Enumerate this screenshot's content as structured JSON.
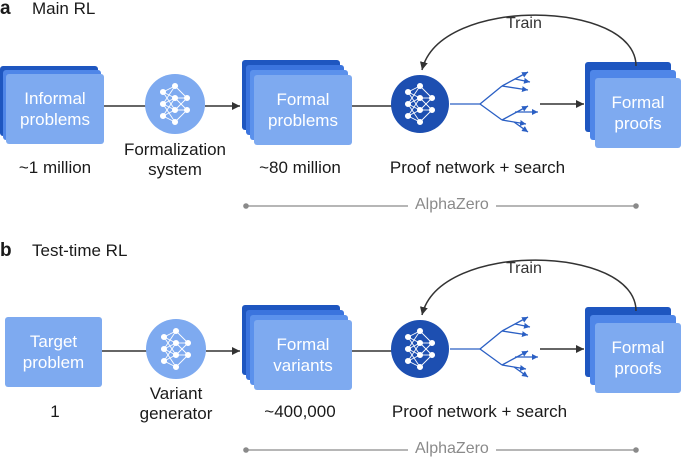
{
  "panel_a": {
    "letter": "a",
    "title": "Main RL",
    "input_box": [
      "Informal",
      "problems"
    ],
    "input_count": "~1 million",
    "converter_label": [
      "Formalization",
      "system"
    ],
    "formal_box": [
      "Formal",
      "problems"
    ],
    "formal_count": "~80 million",
    "prover_label": "Proof network + search",
    "output_box": [
      "Formal",
      "proofs"
    ],
    "train_label": "Train",
    "bracket_label": "AlphaZero"
  },
  "panel_b": {
    "letter": "b",
    "title": "Test-time RL",
    "input_box": [
      "Target",
      "problem"
    ],
    "input_count": "1",
    "converter_label": [
      "Variant",
      "generator"
    ],
    "formal_box": [
      "Formal",
      "variants"
    ],
    "formal_count": "~400,000",
    "prover_label": "Proof network + search",
    "output_box": [
      "Formal",
      "proofs"
    ],
    "train_label": "Train",
    "bracket_label": "AlphaZero"
  },
  "colors": {
    "box_light": "#7eaaf0",
    "box_mid": "#4f86e8",
    "box_dark": "#1e56c0",
    "network_dark": "#1d4fb1",
    "network_light": "#7eaaf0",
    "arrow": "#333333",
    "tree": "#2a5fc4",
    "bracket": "#8a8a8a"
  }
}
